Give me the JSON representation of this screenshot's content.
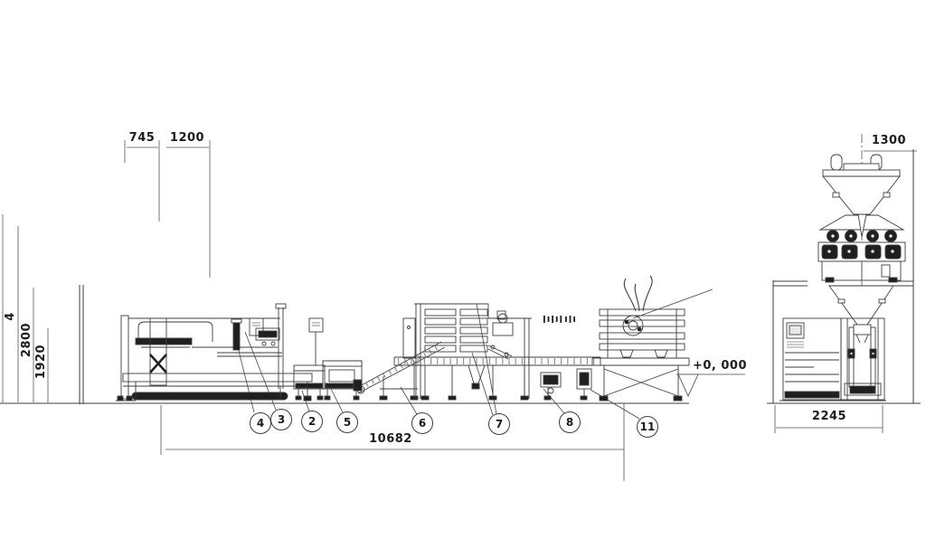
{
  "meta": {
    "type": "engineering-elevation-drawing",
    "description": "Packaging line side elevation with multi-head weigher end view"
  },
  "colors": {
    "background": "#ffffff",
    "line": "#3d3d3d",
    "dark_fill": "#1f1f1f",
    "annotation": "#444444"
  },
  "dimensions": {
    "left_height_a": "4",
    "left_height_b": "2800",
    "left_height_c": "1920",
    "top_width_a": "745",
    "top_width_b": "1200",
    "overall_length": "10682",
    "right_machine_width": "2245",
    "right_machine_top_width": "1300",
    "floor_level": "+0, 000"
  },
  "balloons": [
    {
      "label": "4"
    },
    {
      "label": "3"
    },
    {
      "label": "2"
    },
    {
      "label": "5"
    },
    {
      "label": "6"
    },
    {
      "label": "7"
    },
    {
      "label": "8"
    },
    {
      "label": "11"
    }
  ]
}
